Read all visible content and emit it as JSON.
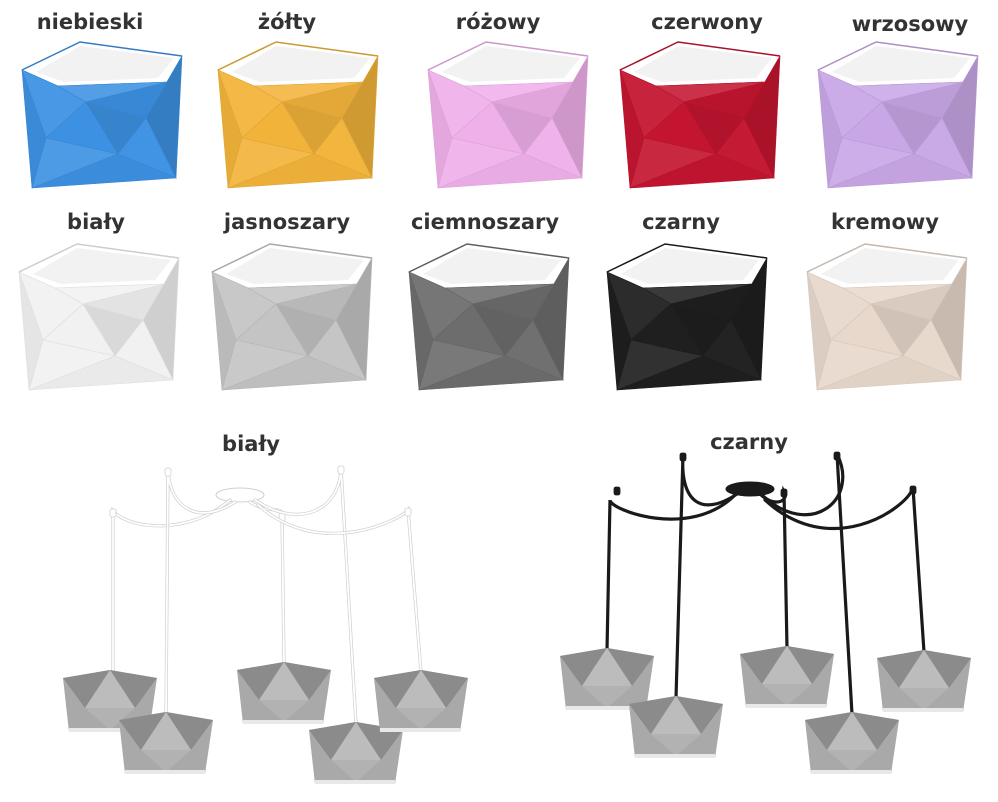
{
  "swatches": [
    {
      "label": "niebieski",
      "color": "#3d91e3"
    },
    {
      "label": "żółty",
      "color": "#f2b33a"
    },
    {
      "label": "różowy",
      "color": "#efb0ea"
    },
    {
      "label": "czerwony",
      "color": "#c41530"
    },
    {
      "label": "wrzosowy",
      "color": "#c9a7e6"
    },
    {
      "label": "biały",
      "color": "#f1f1f1"
    },
    {
      "label": "jasnoszary",
      "color": "#c4c4c4"
    },
    {
      "label": "ciemnoszary",
      "color": "#6d6d6d"
    },
    {
      "label": "czarny",
      "color": "#1f1f1f"
    },
    {
      "label": "kremowy",
      "color": "#e8d8cc"
    }
  ],
  "fixtures": [
    {
      "label": "biały",
      "cable_color": "#ffffff",
      "shade_color": "#a9a9a9"
    },
    {
      "label": "czarny",
      "cable_color": "#1a1a1a",
      "shade_color": "#a9a9a9"
    }
  ]
}
